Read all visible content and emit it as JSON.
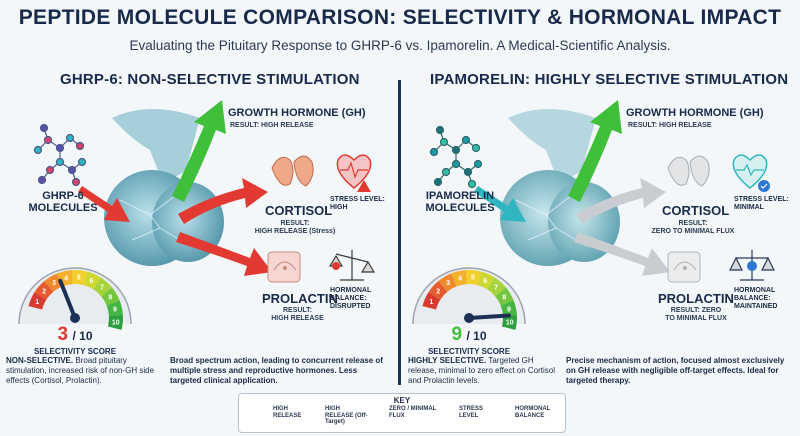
{
  "title": "PEPTIDE MOLECULE COMPARISON: SELECTIVITY & HORMONAL IMPACT",
  "subtitle": "Evaluating the Pituitary Response to GHRP-6 vs. Ipamorelin. A Medical-Scientific Analysis.",
  "left": {
    "heading": "GHRP-6: NON-SELECTIVE STIMULATION",
    "molecule_label": "GHRP-6 MOLECULES",
    "gh_title": "GROWTH HORMONE (GH)",
    "gh_result": "RESULT: HIGH RELEASE",
    "cortisol_title": "CORTISOL",
    "cortisol_result_1": "RESULT:",
    "cortisol_result_2": "HIGH RELEASE (Stress)",
    "stress_label": "STRESS LEVEL: HIGH",
    "prolactin_title": "PROLACTIN",
    "prolactin_result_1": "RESULT:",
    "prolactin_result_2": "HIGH RELEASE",
    "hormonal_label": "HORMONAL BALANCE: DISRUPTED",
    "score_value": "3",
    "score_suffix": "/ 10",
    "score_label": "SELECTIVITY SCORE",
    "score_fraction": 0.3,
    "desc1_bold": "NON-SELECTIVE.",
    "desc1_text": " Broad pituitary stimulation, increased risk of non-GH side effects (Cortisol, Prolactin).",
    "desc2": "Broad spectrum action, leading to concurrent release of multiple stress and reproductive hormones. Less targeted clinical application."
  },
  "right": {
    "heading": "IPAMORELIN: HIGHLY SELECTIVE STIMULATION",
    "molecule_label": "IPAMORELIN MOLECULES",
    "gh_title": "GROWTH HORMONE (GH)",
    "gh_result": "RESULT: HIGH RELEASE",
    "cortisol_title": "CORTISOL",
    "cortisol_result_1": "RESULT:",
    "cortisol_result_2": "ZERO TO MINIMAL FLUX",
    "stress_label": "STRESS LEVEL: MINIMAL",
    "prolactin_title": "PROLACTIN",
    "prolactin_result_1": "RESULT: ZERO",
    "prolactin_result_2": "TO MINIMAL FLUX",
    "hormonal_label": "HORMONAL BALANCE: MAINTAINED",
    "score_value": "9",
    "score_suffix": "/ 10",
    "score_label": "SELECTIVITY SCORE",
    "score_fraction": 0.9,
    "desc1_bold": "HIGHLY SELECTIVE.",
    "desc1_text": " Targeted GH release, minimal to zero effect on Cortisol and Prolactin levels.",
    "desc2": "Precise mechanism of action, focused almost exclusively on GH release with negligible off-target effects. Ideal for targeted therapy."
  },
  "gauge_ticks": [
    "1",
    "2",
    "3",
    "4",
    "5",
    "6",
    "7",
    "8",
    "9",
    "10"
  ],
  "key": {
    "title": "KEY",
    "high_release": "HIGH RELEASE",
    "high_release_off": "HIGH RELEASE (Off-Target)",
    "zero_flux": "ZERO / MINIMAL FLUX",
    "stress_level": "STRESS LEVEL",
    "hormonal_balance": "HORMONAL BALANCE"
  },
  "colors": {
    "green": "#3fbf3a",
    "red": "#e23a32",
    "gray": "#c9cdd2",
    "navy": "#172a4a",
    "teal": "#2fb6c0"
  }
}
